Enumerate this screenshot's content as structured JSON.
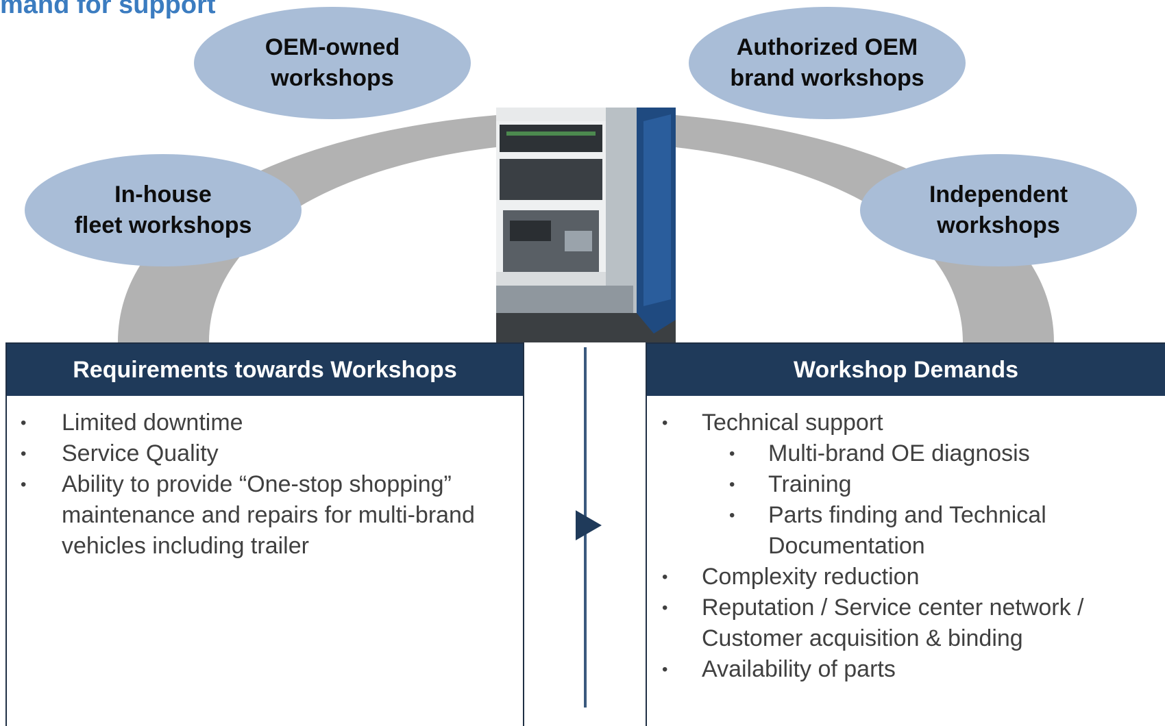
{
  "title": "mand for support",
  "bubbles": {
    "oem_owned": "OEM-owned\nworkshops",
    "authorized": "Authorized OEM\nbrand workshops",
    "in_house": "In-house\nfleet workshops",
    "independent": "Independent\nworkshops"
  },
  "left_panel": {
    "header": "Requirements towards Workshops",
    "items": [
      "Limited downtime",
      "Service Quality",
      "Ability to provide “One-stop shopping” maintenance and repairs for multi-brand vehicles including trailer"
    ]
  },
  "right_panel": {
    "header": "Workshop Demands",
    "items": [
      "Technical support",
      "Multi-brand OE diagnosis",
      "Training",
      "Parts finding and Technical Documentation",
      "Complexity reduction",
      "Reputation / Service center network / Customer acquisition & binding",
      "Availability of parts"
    ]
  },
  "bullet_char": "•",
  "colors": {
    "title": "#3b7cc0",
    "arch": "#b2b2b2",
    "bubble": "#a9bdd7",
    "header": "#1f3a5a",
    "body_text": "#404040"
  },
  "icons": {
    "photo": "truck-workshop-photo",
    "arrow": "right-triangle-arrow-icon"
  }
}
